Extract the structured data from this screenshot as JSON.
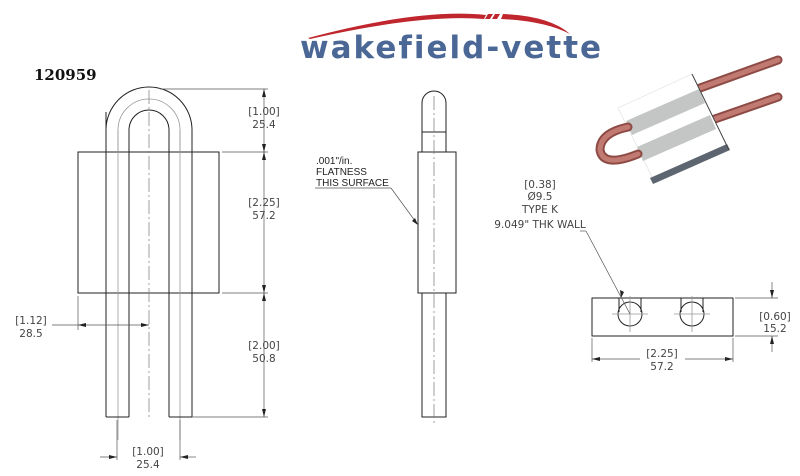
{
  "logo": {
    "brand_text": "wakefield-vette",
    "colors": {
      "text": "#4a6796",
      "swoosh": "#c0262d",
      "dot": "#c0262d"
    }
  },
  "part_number": "120959",
  "front_view": {
    "dims": {
      "bend_height": {
        "inch": "[1.00]",
        "mm": "25.4"
      },
      "block_height": {
        "inch": "[2.25]",
        "mm": "57.2"
      },
      "tube_extension": {
        "inch": "[2.00]",
        "mm": "50.8"
      },
      "block_half_width": {
        "inch": "[1.12]",
        "mm": "28.5"
      },
      "tube_spacing": {
        "inch": "[1.00]",
        "mm": "25.4"
      }
    }
  },
  "side_view": {
    "flatness_note": [
      ".001\"/in.",
      "FLATNESS",
      "THIS SURFACE"
    ]
  },
  "end_view": {
    "tube_note": [
      "[0.38]",
      "Ø9.5",
      "TYPE K",
      "9.049\" THK WALL"
    ],
    "dims": {
      "thickness": {
        "inch": "[0.60]",
        "mm": "15.2"
      },
      "width": {
        "inch": "[2.25]",
        "mm": "57.2"
      }
    }
  },
  "iso_view": {
    "colors": {
      "copper": "#b96a63",
      "aluminum": "#c4c6c6",
      "shadow": "#5d6670"
    }
  }
}
